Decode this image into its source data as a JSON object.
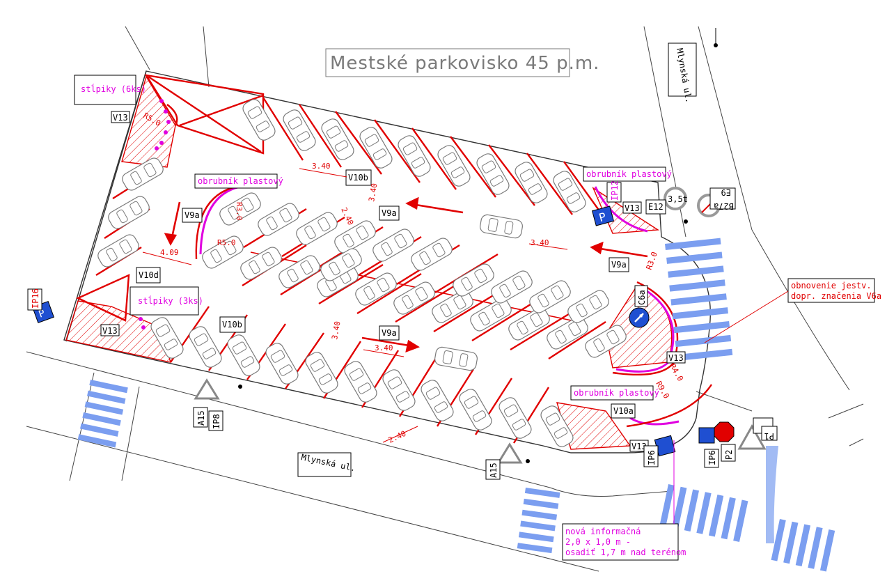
{
  "title": "Mestské parkovisko 45 p.m.",
  "streets": {
    "north": "Mlynská ul.",
    "south": "Mlynská ul."
  },
  "notes": {
    "posts6": "stĺpiky (6ks)",
    "posts3": "stĺpiky (3ks)",
    "curb": "obrubník plastový",
    "renew_l1": "obnovenie jestv.",
    "renew_l2": "dopr. značenia V6a",
    "info_l1": "nová informačná",
    "info_l2": "2,0 x 1,0 m -",
    "info_l3": "osadiť 1,7 m nad terénom"
  },
  "markings": {
    "V13": "V13",
    "V10b": "V10b",
    "V10d": "V10d",
    "V10a": "V10a",
    "V9a": "V9a",
    "IP12": "IP12",
    "IP16": "IP16",
    "IP8": "IP8",
    "A15": "A15",
    "E12": "E12",
    "B27a": "B27a",
    "E9": "E9",
    "IP6": "IP6",
    "P2": "P2",
    "P1": "P1",
    "C6a": "C6a",
    "S51": "3,5t"
  },
  "dimensions": {
    "d340": "3.40",
    "d240": "2.40",
    "d409": "4.09",
    "r50": "R5.0",
    "r30": "R3.0",
    "r40": "R4.0",
    "r90": "R9.0"
  },
  "colors": {
    "marking": "#e10000",
    "note": "#e000e0",
    "crossing": "#7b9ef0",
    "sign_blue": "#1f4fd1",
    "outline": "#555555"
  }
}
